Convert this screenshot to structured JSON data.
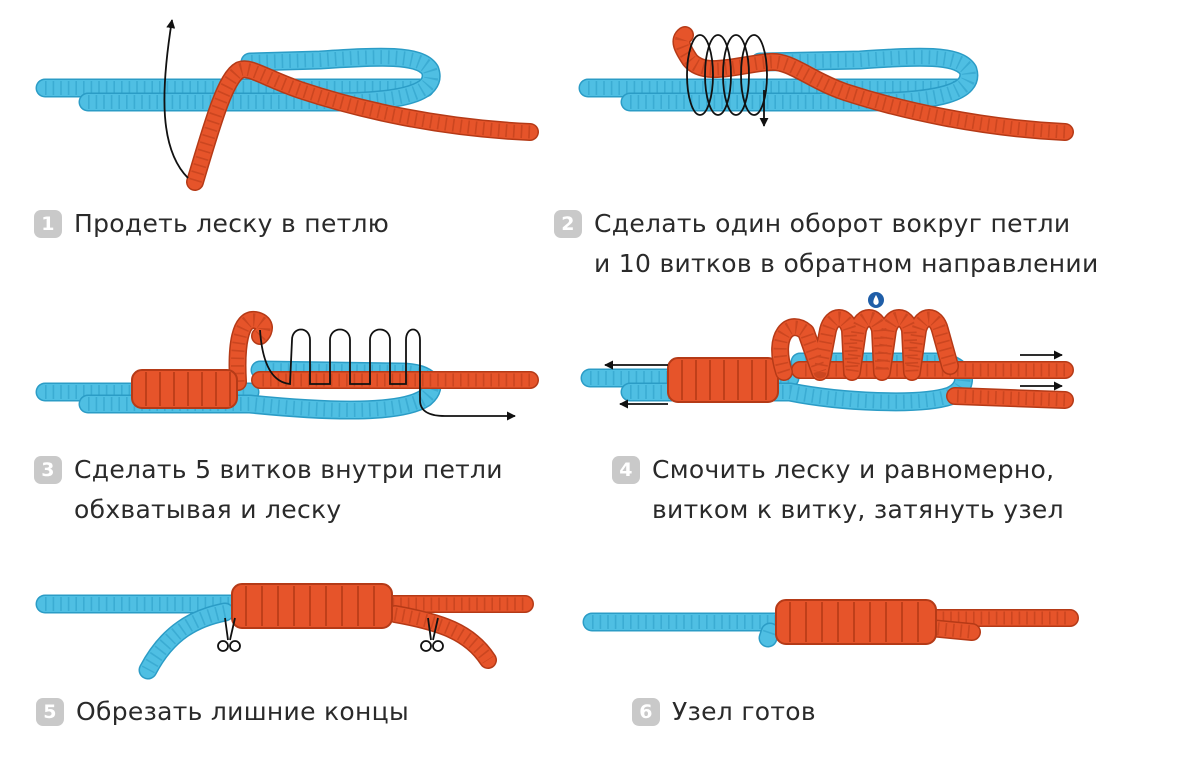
{
  "colors": {
    "fishing_line": "#4fbfe3",
    "fishing_line_dark": "#2b9cc6",
    "leader_line": "#e6542a",
    "leader_line_dark": "#b53a17",
    "thread": "#111111",
    "badge": "#c9c9c9",
    "text": "#2a2a2a"
  },
  "steps": [
    {
      "number": "1",
      "lines": [
        "Продеть леску в петлю"
      ]
    },
    {
      "number": "2",
      "lines": [
        "Сделать один оборот вокруг петли",
        "и 10 витков в обратном направлении"
      ]
    },
    {
      "number": "3",
      "lines": [
        "Сделать 5 витков внутри петли",
        "обхватывая и леску"
      ]
    },
    {
      "number": "4",
      "lines": [
        "Смочить леску и равномерно,",
        "витком к витку, затянуть узел"
      ]
    },
    {
      "number": "5",
      "lines": [
        "Обрезать лишние концы"
      ]
    },
    {
      "number": "6",
      "lines": [
        "Узел готов"
      ]
    }
  ],
  "icons": [
    "arrow-icon",
    "water-drop-icon",
    "scissors-icon"
  ]
}
